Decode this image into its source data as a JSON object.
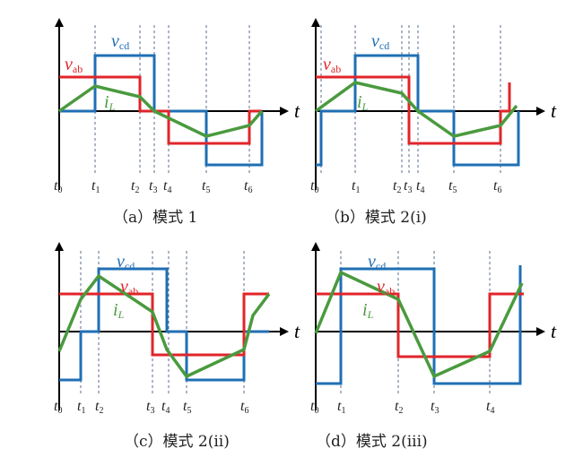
{
  "colors": {
    "vab": "#e0252a",
    "vcd": "#1f6fb4",
    "iL": "#4a9a3e",
    "axis": "#000000",
    "guide": "#5a6e8c"
  },
  "labels": {
    "v": "v",
    "ab": "ab",
    "cd": "cd",
    "i": "i",
    "L": "L",
    "t": "t",
    "t_sym": "t",
    "sub": [
      "0",
      "1",
      "2",
      "3",
      "4",
      "5",
      "6"
    ]
  },
  "captions": {
    "a": "（a）模式 1",
    "b": "（b）模式 2(i)",
    "c": "（c）模式 2(ii)",
    "d": "（d）模式 2(iii)"
  },
  "panels": {
    "a": {
      "ticks": [
        0,
        1,
        2,
        3,
        4,
        5,
        6
      ]
    },
    "b": {
      "ticks": [
        0,
        1,
        2,
        3,
        4,
        5,
        6
      ]
    },
    "c": {
      "ticks": [
        0,
        1,
        2,
        3,
        4,
        5,
        6
      ]
    },
    "d": {
      "ticks": [
        0,
        1,
        2,
        3,
        4
      ]
    }
  }
}
